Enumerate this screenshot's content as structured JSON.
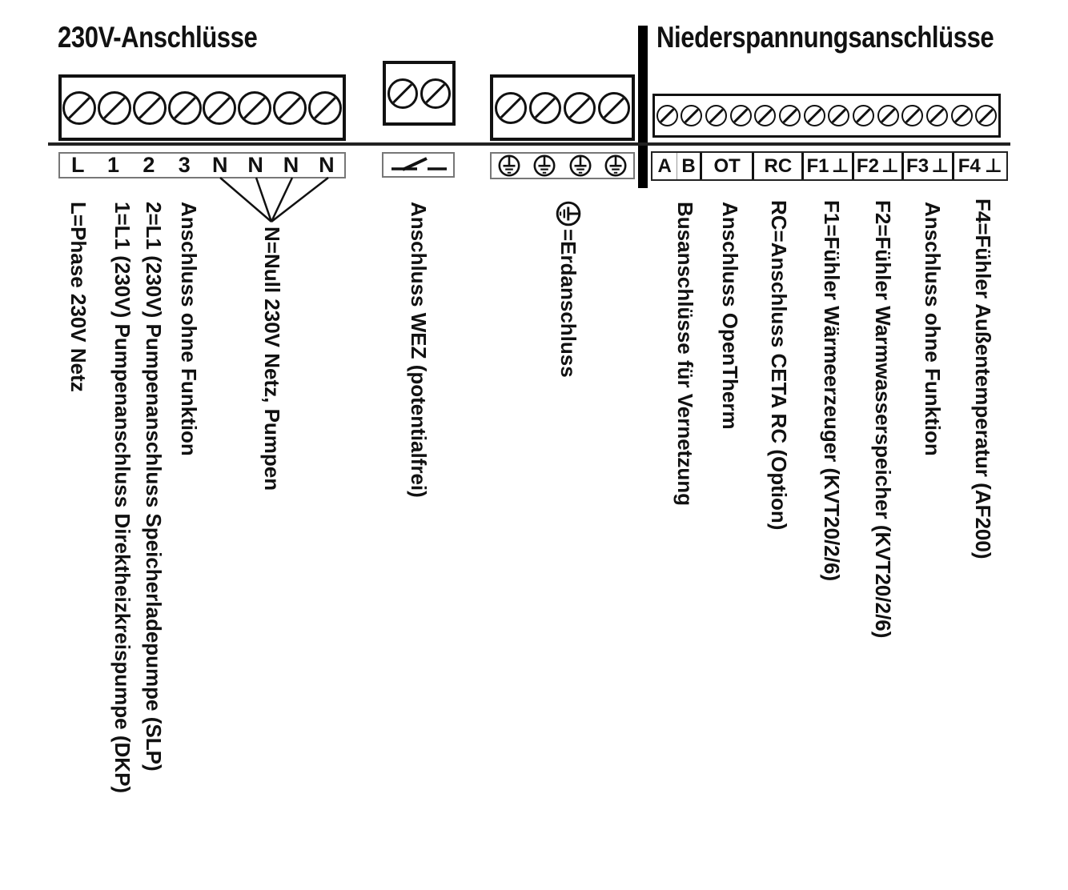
{
  "sections": {
    "left": {
      "title": "230V-Anschlüsse",
      "terminals": 8,
      "strip_labels": [
        "L",
        "1",
        "2",
        "3",
        "N",
        "N",
        "N",
        "N"
      ],
      "legend": [
        "L=Phase 230V Netz",
        "1=L1 (230V) Pumpenanschluss Direktheizkreispumpe (DKP)",
        "2=L1 (230V) Pumpenanschluss Speicherladepumpe (SLP)",
        "Anschluss ohne Funktion",
        "N=Null 230V Netz, Pumpen"
      ]
    },
    "middle": {
      "wez": {
        "terminals": 2,
        "symbol": "switch-contact",
        "legend": "Anschluss WEZ (potentialfrei)"
      },
      "earth": {
        "terminals": 4,
        "symbol": "protective-earth",
        "legend": "=Erdanschluss"
      }
    },
    "right": {
      "title": "Niederspannungsanschlüsse",
      "terminals": 14,
      "strip_labels": [
        "A",
        "B",
        "OT",
        "RC",
        "F1",
        "F2",
        "F3",
        "F4"
      ],
      "earth_tack": "⊥",
      "legend": [
        "Busanschlüsse für Vernetzung",
        "Anschluss OpenTherm",
        "RC=Anschluss CETA RC (Option)",
        "F1=Fühler Wärmeerzeuger (KVT20/2/6)",
        "F2=Fühler Warmwasserspeicher (KVT20/2/6)",
        "Anschluss ohne Funktion",
        "F4=Fühler Außentemperatur (AF200)"
      ]
    }
  },
  "colors": {
    "ink": "#111111",
    "background": "#ffffff"
  }
}
